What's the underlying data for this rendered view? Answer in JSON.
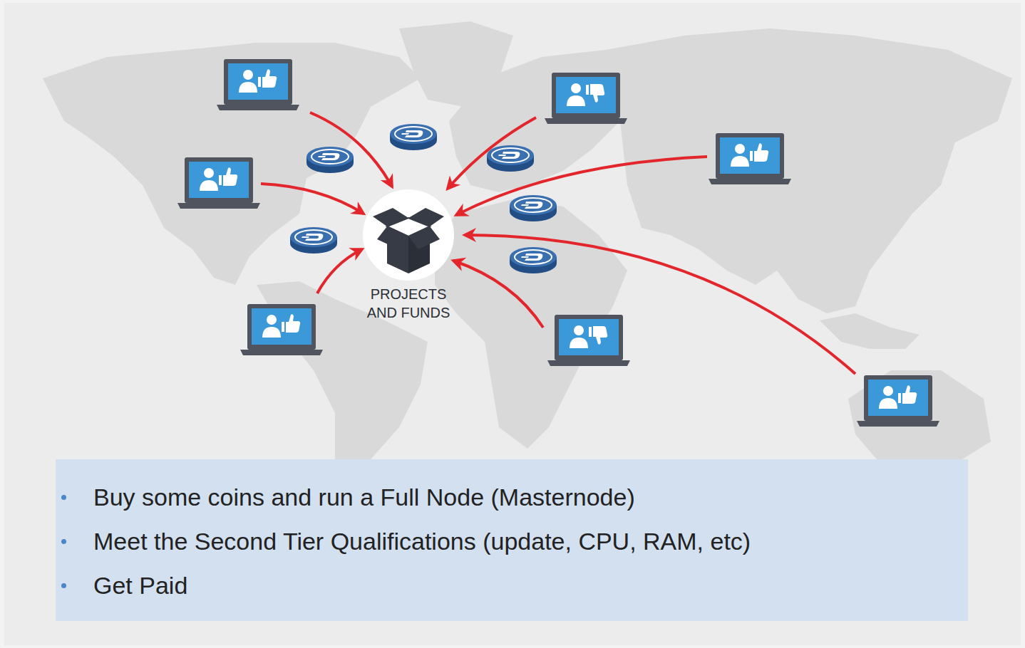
{
  "diagram": {
    "nodes": [
      {
        "text": [
          "PROJECTS AND FUNDS"
        ]
      },
      {
        "text": [
          "Buy some coins and run a Full Node (Masternode)",
          "Meet the Second Tier Qualifications (update, CPU, RAM, etc)",
          "Get Paid"
        ]
      }
    ]
  }
}
